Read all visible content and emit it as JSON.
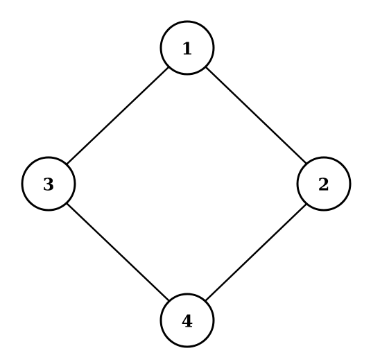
{
  "graph": {
    "nodes": [
      {
        "id": "1",
        "label": "1"
      },
      {
        "id": "2",
        "label": "2"
      },
      {
        "id": "3",
        "label": "3"
      },
      {
        "id": "4",
        "label": "4"
      }
    ],
    "edges": [
      {
        "from": "1",
        "to": "3"
      },
      {
        "from": "1",
        "to": "2"
      },
      {
        "from": "3",
        "to": "4"
      },
      {
        "from": "2",
        "to": "4"
      }
    ],
    "colors": {
      "stroke": "#000000",
      "fill": "#ffffff",
      "text": "#000000"
    }
  }
}
